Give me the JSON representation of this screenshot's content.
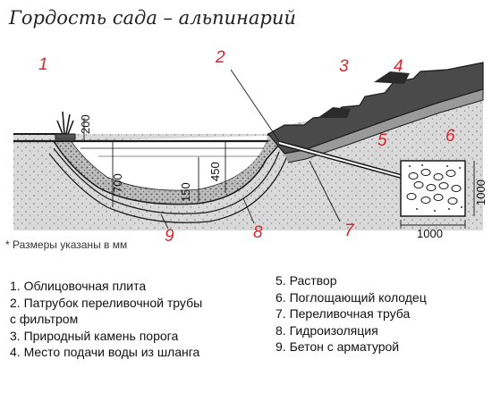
{
  "title": "Гордость сада – альпинарий",
  "note": "* Размеры указаны в мм",
  "callouts": [
    "1",
    "2",
    "3",
    "4",
    "5",
    "6",
    "7",
    "8",
    "9"
  ],
  "dimensions": {
    "d200": "200",
    "d700": "700",
    "d150": "150",
    "d450": "450",
    "d1000_vertical": "1000",
    "d1000_horizontal": "1000"
  },
  "legend_left": [
    "1. Облицовочная плита",
    "2. Патрубок переливочной трубы",
    "с фильтром",
    "3. Природный камень порога",
    "4. Место подачи воды из шланга"
  ],
  "legend_right": [
    "5. Раствор",
    "6. Поглощающий колодец",
    "7. Переливочная труба",
    "8. Гидроизоляция",
    "9. Бетон с арматурой"
  ],
  "colors": {
    "callout": "#d8262e",
    "line": "#1a1a1a",
    "background": "#ffffff",
    "soil": "#d6d6d6"
  }
}
